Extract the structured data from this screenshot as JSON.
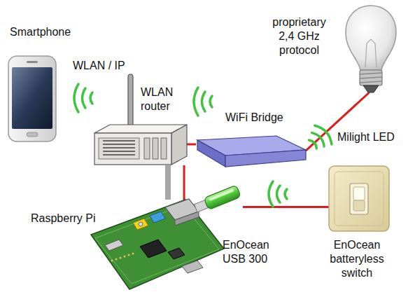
{
  "diagram": {
    "nodes": [
      {
        "text": [
          "Smartphone"
        ]
      },
      {
        "text": [
          "WLAN router"
        ]
      },
      {
        "text": [
          "WiFi Bridge"
        ]
      },
      {
        "text": [
          "Milight LED"
        ]
      },
      {
        "text": [
          "Raspberry Pi"
        ]
      },
      {
        "text": [
          "EnOcean USB 300"
        ]
      },
      {
        "text": [
          "EnOcean batteryless switch"
        ]
      }
    ],
    "edges": [
      {
        "from": 1,
        "to": 2,
        "arrow": "none"
      },
      {
        "from": 2,
        "to": 3,
        "arrow": "none"
      },
      {
        "from": 1,
        "to": 4,
        "arrow": "none"
      },
      {
        "from": 1,
        "to": 4,
        "arrow": "none"
      },
      {
        "from": 5,
        "to": 6,
        "arrow": "none"
      }
    ],
    "labels": [
      "WLAN / IP",
      "proprietary 2,4 GHz protocol"
    ]
  }
}
